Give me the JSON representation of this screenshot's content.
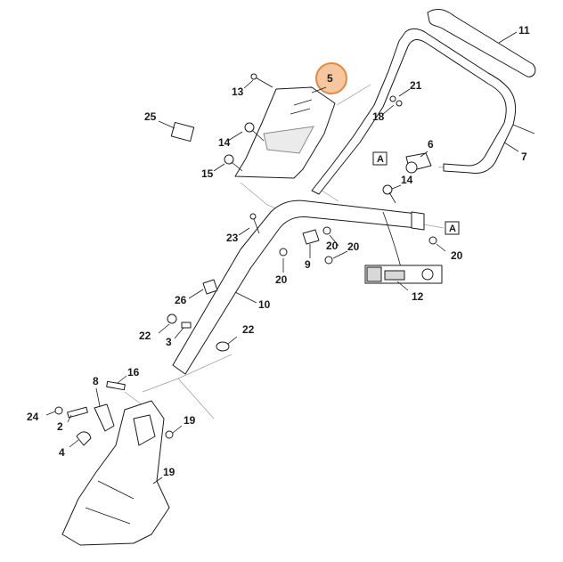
{
  "highlight": {
    "label": "5",
    "fill": "#f6c79f",
    "stroke": "#e08a45"
  },
  "callouts": {
    "c2": "2",
    "c3": "3",
    "c4": "4",
    "c6": "6",
    "c7": "7",
    "c8": "8",
    "c9": "9",
    "c10": "10",
    "c11": "11",
    "c12": "12",
    "c13": "13",
    "c14a": "14",
    "c14b": "14",
    "c15": "15",
    "c16": "16",
    "c18": "18",
    "c19a": "19",
    "c19b": "19",
    "c20a": "20",
    "c20b": "20",
    "c20c": "20",
    "c20d": "20",
    "c21": "21",
    "c22a": "22",
    "c22b": "22",
    "c23": "23",
    "c24": "24",
    "c25": "25",
    "c26": "26"
  },
  "reference_marks": {
    "a1": "A",
    "a2": "A"
  }
}
